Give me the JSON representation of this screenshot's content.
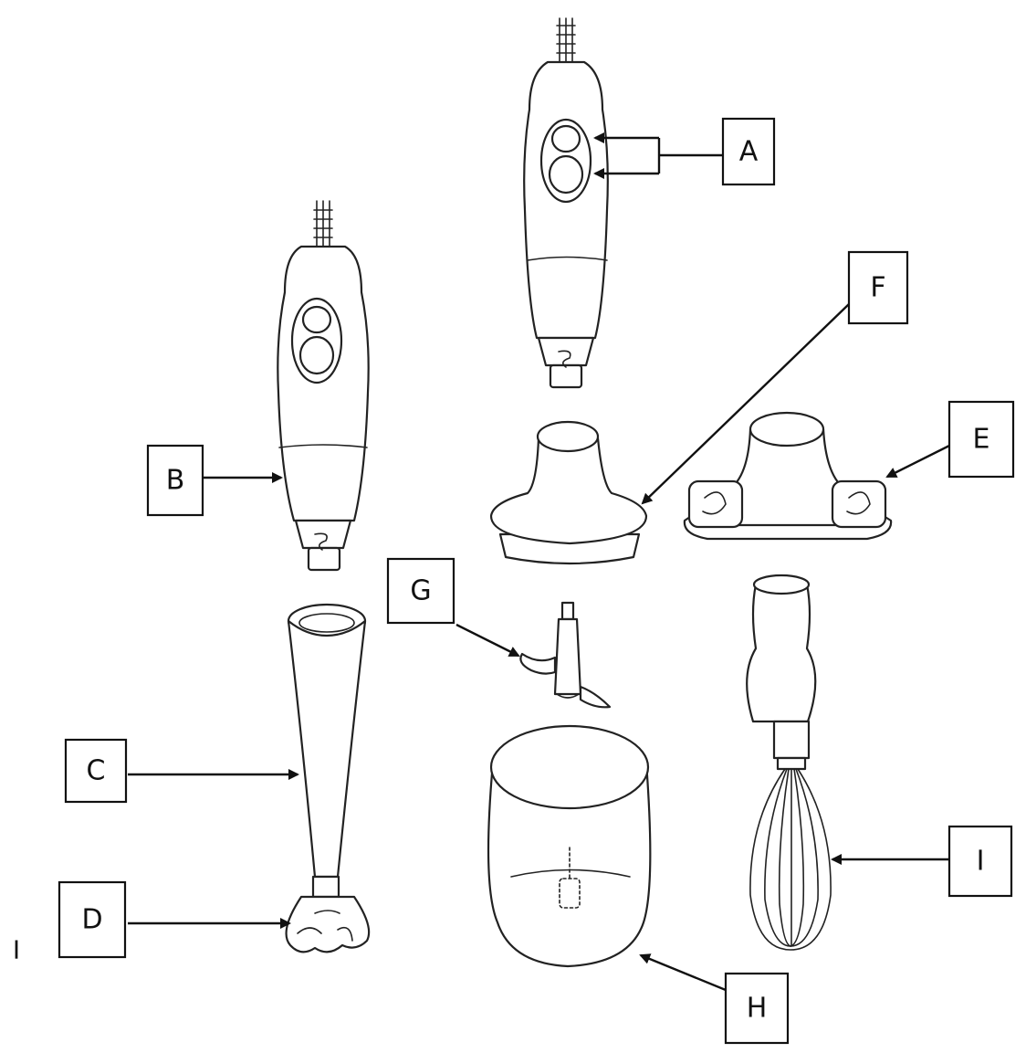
{
  "labels": {
    "a": "A",
    "b": "B",
    "c": "C",
    "d": "D",
    "e": "E",
    "f": "F",
    "g": "G",
    "h": "H",
    "i": "I"
  },
  "stray_mark": "I",
  "colors": {
    "line": "#222222",
    "background": "#ffffff"
  }
}
